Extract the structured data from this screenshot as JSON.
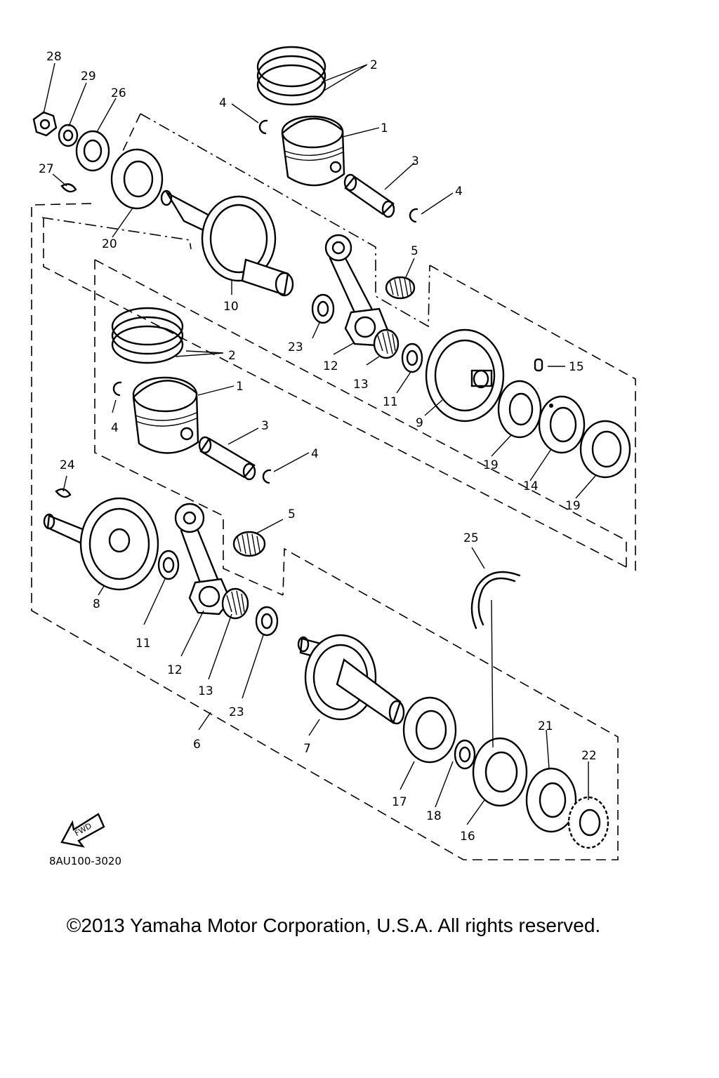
{
  "diagram": {
    "part_labels": [
      "1",
      "2",
      "3",
      "4",
      "5",
      "6",
      "7",
      "8",
      "9",
      "10",
      "11",
      "12",
      "13",
      "14",
      "15",
      "16",
      "17",
      "18",
      "19",
      "20",
      "21",
      "22",
      "23",
      "24",
      "25",
      "26",
      "27",
      "28",
      "29"
    ],
    "fwd_label": "FWD",
    "drawing_code": "8AU100-3020"
  },
  "footer": {
    "copyright": "©2013 Yamaha Motor Corporation, U.S.A. All rights reserved."
  }
}
